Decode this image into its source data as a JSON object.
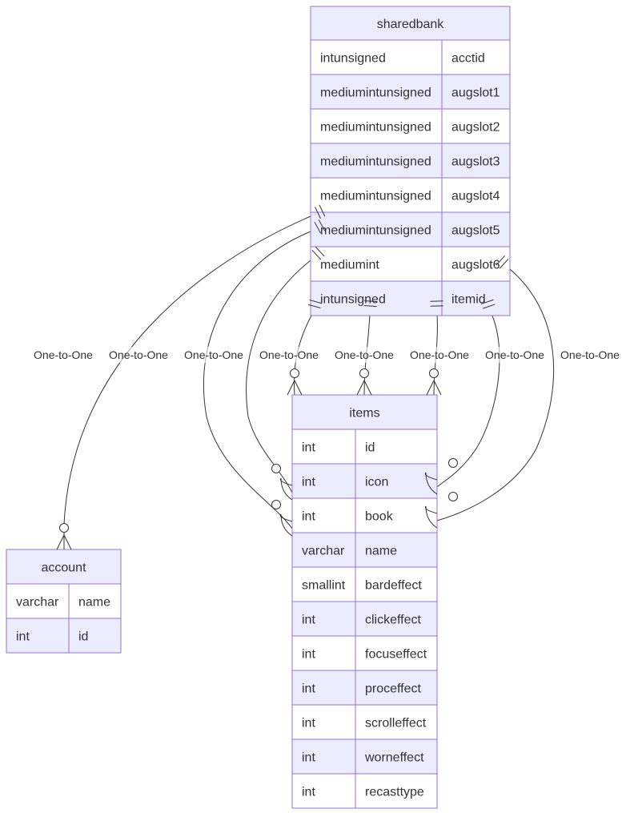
{
  "entities": [
    {
      "id": "sharedbank",
      "title": "sharedbank",
      "attributes": [
        {
          "type": "intunsigned",
          "name": "acctid"
        },
        {
          "type": "mediumintunsigned",
          "name": "augslot1"
        },
        {
          "type": "mediumintunsigned",
          "name": "augslot2"
        },
        {
          "type": "mediumintunsigned",
          "name": "augslot3"
        },
        {
          "type": "mediumintunsigned",
          "name": "augslot4"
        },
        {
          "type": "mediumintunsigned",
          "name": "augslot5"
        },
        {
          "type": "mediumint",
          "name": "augslot6"
        },
        {
          "type": "intunsigned",
          "name": "itemid"
        }
      ]
    },
    {
      "id": "items",
      "title": "items",
      "attributes": [
        {
          "type": "int",
          "name": "id"
        },
        {
          "type": "int",
          "name": "icon"
        },
        {
          "type": "int",
          "name": "book"
        },
        {
          "type": "varchar",
          "name": "name"
        },
        {
          "type": "smallint",
          "name": "bardeffect"
        },
        {
          "type": "int",
          "name": "clickeffect"
        },
        {
          "type": "int",
          "name": "focuseffect"
        },
        {
          "type": "int",
          "name": "proceffect"
        },
        {
          "type": "int",
          "name": "scrolleffect"
        },
        {
          "type": "int",
          "name": "worneffect"
        },
        {
          "type": "int",
          "name": "recasttype"
        }
      ]
    },
    {
      "id": "account",
      "title": "account",
      "attributes": [
        {
          "type": "varchar",
          "name": "name"
        },
        {
          "type": "int",
          "name": "id"
        }
      ]
    }
  ],
  "relationships": [
    {
      "from": "sharedbank",
      "to": "account",
      "label": "One-to-One",
      "from_cardinality": "exactly-one",
      "to_cardinality": "zero-or-many"
    },
    {
      "from": "sharedbank",
      "to": "items",
      "label": "One-to-One",
      "from_cardinality": "exactly-one",
      "to_cardinality": "zero-or-many"
    },
    {
      "from": "sharedbank",
      "to": "items",
      "label": "One-to-One",
      "from_cardinality": "exactly-one",
      "to_cardinality": "zero-or-many"
    },
    {
      "from": "sharedbank",
      "to": "items",
      "label": "One-to-One",
      "from_cardinality": "exactly-one",
      "to_cardinality": "zero-or-many"
    },
    {
      "from": "sharedbank",
      "to": "items",
      "label": "One-to-One",
      "from_cardinality": "exactly-one",
      "to_cardinality": "zero-or-many"
    },
    {
      "from": "sharedbank",
      "to": "items",
      "label": "One-to-One",
      "from_cardinality": "exactly-one",
      "to_cardinality": "zero-or-many"
    },
    {
      "from": "sharedbank",
      "to": "items",
      "label": "One-to-One",
      "from_cardinality": "exactly-one",
      "to_cardinality": "zero-or-many"
    },
    {
      "from": "sharedbank",
      "to": "items",
      "label": "One-to-One",
      "from_cardinality": "exactly-one",
      "to_cardinality": "zero-or-many"
    }
  ]
}
